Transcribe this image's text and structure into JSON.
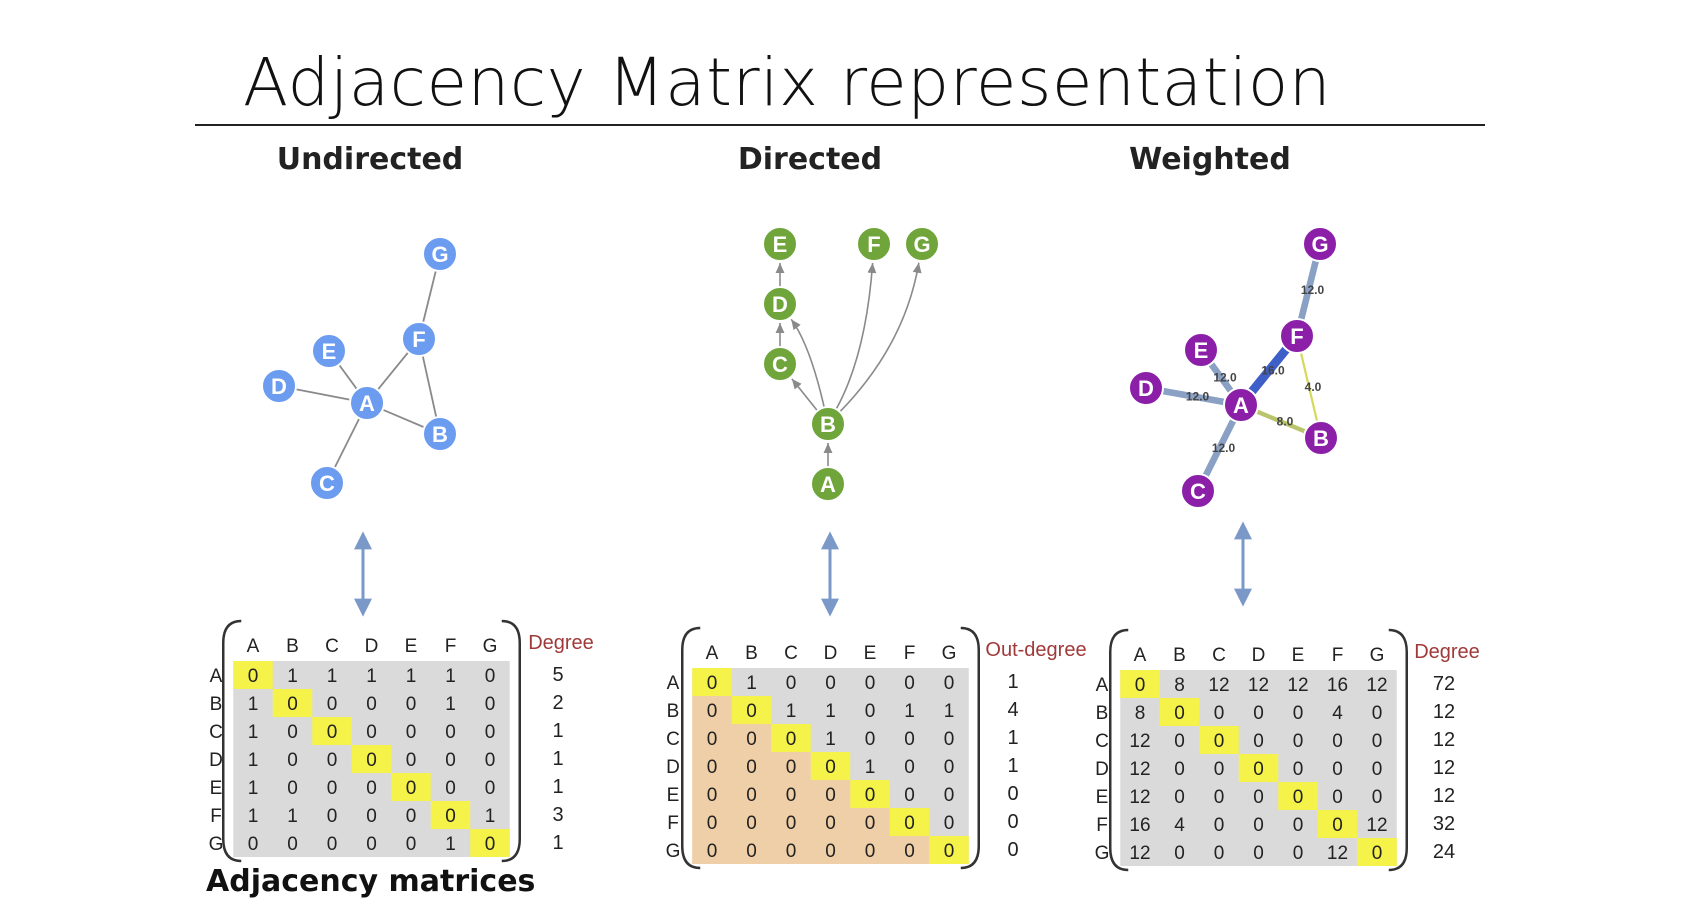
{
  "title": "Adjacency Matrix representation",
  "caption": "Adjacency matrices",
  "nodes": [
    "A",
    "B",
    "C",
    "D",
    "E",
    "F",
    "G"
  ],
  "panels": [
    {
      "key": "undirected",
      "title": "Undirected",
      "node_color": "#6b9cf0",
      "edge_color": "#8a8a8a",
      "edges": [
        [
          "A",
          "D"
        ],
        [
          "A",
          "E"
        ],
        [
          "A",
          "F"
        ],
        [
          "A",
          "B"
        ],
        [
          "A",
          "C"
        ],
        [
          "F",
          "B"
        ],
        [
          "F",
          "G"
        ]
      ],
      "matrix_header": "Degree",
      "matrix": [
        [
          0,
          1,
          1,
          1,
          1,
          1,
          0
        ],
        [
          1,
          0,
          0,
          0,
          0,
          1,
          0
        ],
        [
          1,
          0,
          0,
          0,
          0,
          0,
          0
        ],
        [
          1,
          0,
          0,
          0,
          0,
          0,
          0
        ],
        [
          1,
          0,
          0,
          0,
          0,
          0,
          0
        ],
        [
          1,
          1,
          0,
          0,
          0,
          0,
          1
        ],
        [
          0,
          0,
          0,
          0,
          0,
          1,
          0
        ]
      ],
      "degrees": [
        5,
        2,
        1,
        1,
        1,
        3,
        1
      ]
    },
    {
      "key": "directed",
      "title": "Directed",
      "node_color": "#6fa53a",
      "edge_color": "#8a8a8a",
      "edges": [
        [
          "A",
          "B"
        ],
        [
          "B",
          "C"
        ],
        [
          "B",
          "D"
        ],
        [
          "B",
          "F"
        ],
        [
          "B",
          "G"
        ],
        [
          "C",
          "D"
        ],
        [
          "D",
          "E"
        ]
      ],
      "matrix_header": "Out-degree",
      "matrix": [
        [
          0,
          1,
          0,
          0,
          0,
          0,
          0
        ],
        [
          0,
          0,
          1,
          1,
          0,
          1,
          1
        ],
        [
          0,
          0,
          0,
          1,
          0,
          0,
          0
        ],
        [
          0,
          0,
          0,
          0,
          1,
          0,
          0
        ],
        [
          0,
          0,
          0,
          0,
          0,
          0,
          0
        ],
        [
          0,
          0,
          0,
          0,
          0,
          0,
          0
        ],
        [
          0,
          0,
          0,
          0,
          0,
          0,
          0
        ]
      ],
      "degrees": [
        1,
        4,
        1,
        1,
        0,
        0,
        0
      ]
    },
    {
      "key": "weighted",
      "title": "Weighted",
      "node_color": "#8b1fa8",
      "edge_color": "#7a93b8",
      "edges": [
        {
          "from": "A",
          "to": "D",
          "w": "12.0"
        },
        {
          "from": "A",
          "to": "E",
          "w": "12.0"
        },
        {
          "from": "A",
          "to": "F",
          "w": "16.0"
        },
        {
          "from": "A",
          "to": "B",
          "w": "8.0"
        },
        {
          "from": "A",
          "to": "C",
          "w": "12.0"
        },
        {
          "from": "F",
          "to": "B",
          "w": "4.0"
        },
        {
          "from": "F",
          "to": "G",
          "w": "12.0"
        }
      ],
      "matrix_header": "Degree",
      "matrix": [
        [
          0,
          8,
          12,
          12,
          12,
          16,
          12
        ],
        [
          8,
          0,
          0,
          0,
          0,
          4,
          0
        ],
        [
          12,
          0,
          0,
          0,
          0,
          0,
          0
        ],
        [
          12,
          0,
          0,
          0,
          0,
          0,
          0
        ],
        [
          12,
          0,
          0,
          0,
          0,
          0,
          0
        ],
        [
          16,
          4,
          0,
          0,
          0,
          0,
          12
        ],
        [
          12,
          0,
          0,
          0,
          0,
          12,
          0
        ]
      ],
      "degrees": [
        72,
        12,
        12,
        12,
        12,
        32,
        24
      ]
    }
  ],
  "colors": {
    "matrix_bg": "#dadada",
    "diagonal": "#f5f24a",
    "lower_tint": "#efcfa8",
    "degree_header": "#a03a3a",
    "arrow": "#7a99c8"
  }
}
